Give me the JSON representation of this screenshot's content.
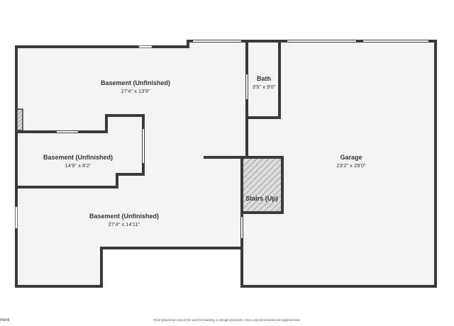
{
  "rooms": [
    {
      "name": "Basement (Unfinished)",
      "dims": "27'4\" x 13'9\""
    },
    {
      "name": "Basement (Unfinished)",
      "dims": "14'9\" x 8'2\""
    },
    {
      "name": "Basement (Unfinished)",
      "dims": "27'4\" x 14'11\""
    },
    {
      "name": "Bath",
      "dims": "3'5\" x 9'0\""
    },
    {
      "name": "Garage",
      "dims": "23'2\" x 29'0\""
    },
    {
      "name": "Stairs (Up)",
      "dims": ""
    }
  ],
  "footer": {
    "disclaimer": "Floor plans/tour cannot be used for building or design purposes. Sizes and dimensions are approximate.",
    "left_fragment": "ment"
  },
  "colors": {
    "wall": "#3a3a3a",
    "floor": "#f4f4f4",
    "window": "#ffffff",
    "hatch": "#888888"
  }
}
